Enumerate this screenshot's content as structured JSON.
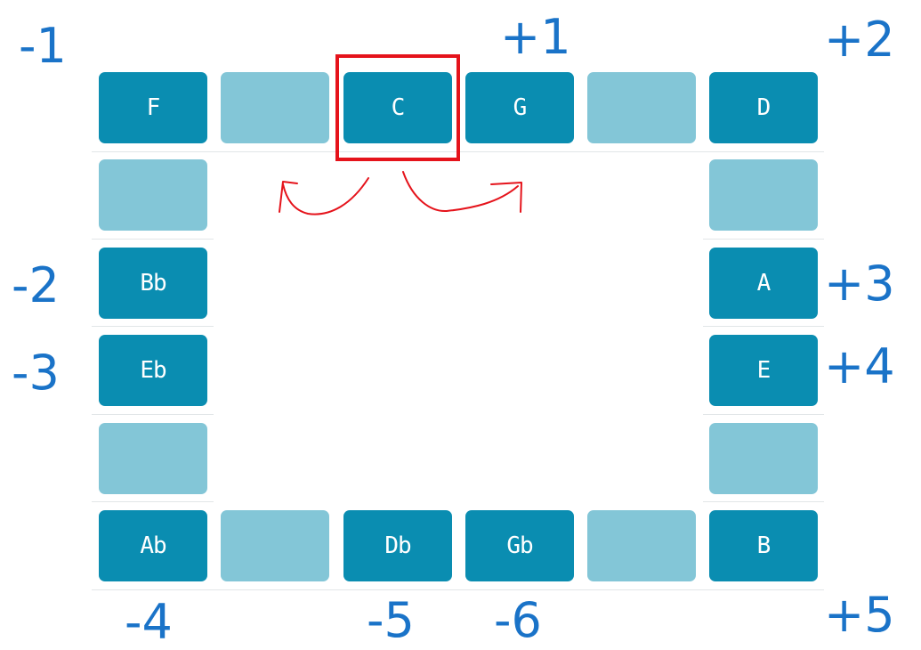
{
  "keys": {
    "r0c0": "F",
    "r0c2": "C",
    "r0c3": "G",
    "r0c5": "D",
    "r2c0": "Bb",
    "r2c5": "A",
    "r3c0": "Eb",
    "r3c5": "E",
    "r5c0": "Ab",
    "r5c2": "Db",
    "r5c3": "Gb",
    "r5c5": "B"
  },
  "labels": {
    "minus1": "-1",
    "plus1": "+1",
    "plus2": "+2",
    "minus2": "-2",
    "plus3": "+3",
    "minus3": "-3",
    "plus4": "+4",
    "minus4": "-4",
    "minus5": "-5",
    "minus6": "-6",
    "plus5": "+5"
  },
  "colors": {
    "active_key": "#0a8db1",
    "empty_key": "#83c6d7",
    "label_text": "#1a73c8",
    "highlight_border": "#e5131b",
    "arrow_stroke": "#e5131b"
  }
}
